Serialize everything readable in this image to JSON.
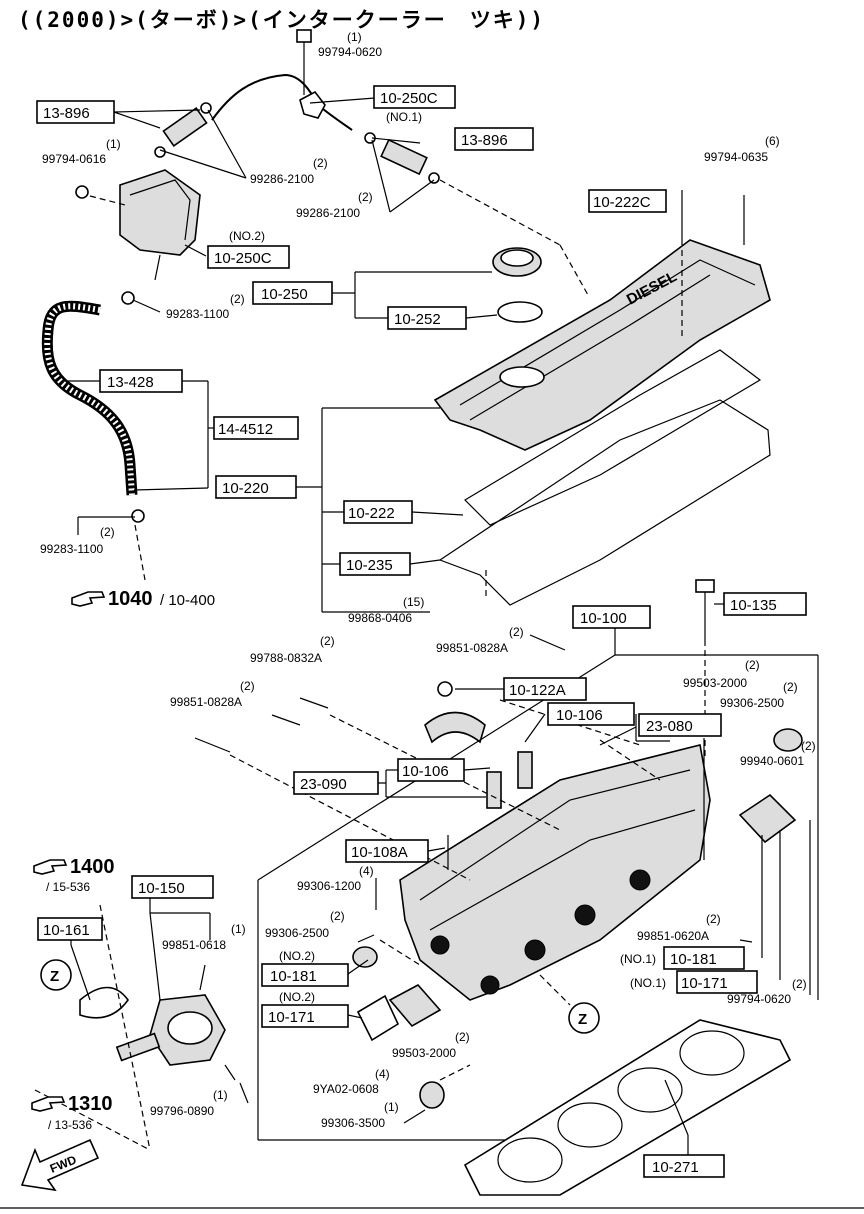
{
  "header": {
    "title": "((2000)>(ターボ)>(インタークーラー　ツキ))"
  },
  "boxes": {
    "b_13896_l": "13-896",
    "b_10250C_t": "10-250C",
    "b_13896_r": "13-896",
    "b_10222C": "10-222C",
    "b_10250C_m": "10-250C",
    "b_10250": "10-250",
    "b_10252": "10-252",
    "b_13428": "13-428",
    "b_144512": "14-4512",
    "b_10220": "10-220",
    "b_10222": "10-222",
    "b_10235": "10-235",
    "b_10100": "10-100",
    "b_10135": "10-135",
    "b_10122A": "10-122A",
    "b_10106_a": "10-106",
    "b_23080": "23-080",
    "b_10106_b": "10-106",
    "b_23090": "23-090",
    "b_10108A": "10-108A",
    "b_10150": "10-150",
    "b_10161": "10-161",
    "b_10181_l": "10-181",
    "b_10171_l": "10-171",
    "b_10181_r": "10-181",
    "b_10171_r": "10-171",
    "b_10271": "10-271"
  },
  "labels": {
    "l_0620_q": "(1)",
    "l_0620": "99794-0620",
    "l_no1_top": "(NO.1)",
    "l_0616_q": "(1)",
    "l_0616": "99794-0616",
    "l_2100a_q": "(2)",
    "l_2100a": "99286-2100",
    "l_2100b_q": "(2)",
    "l_2100b": "99286-2100",
    "l_0635_q": "(6)",
    "l_0635": "99794-0635",
    "l_no2_a": "(NO.2)",
    "l_1100a_q": "(2)",
    "l_1100a": "99283-1100",
    "l_1100b_q": "(2)",
    "l_1100b": "99283-1100",
    "l_0406_q": "(15)",
    "l_0406": "99868-0406",
    "l_0828A_a_q": "(2)",
    "l_0828A_a": "99851-0828A",
    "l_0832A_q": "(2)",
    "l_0832A": "99788-0832A",
    "l_2000a_q": "(2)",
    "l_2000a": "99503-2000",
    "l_2500a_q": "(2)",
    "l_2500a": "99306-2500",
    "l_0828A_b_q": "(2)",
    "l_0828A_b": "99851-0828A",
    "l_0601_q": "(2)",
    "l_0601": "99940-0601",
    "l_1200_q": "(4)",
    "l_1200": "99306-1200",
    "l_2500b_q": "(2)",
    "l_2500b": "99306-2500",
    "l_no2_b": "(NO.2)",
    "l_no2_c": "(NO.2)",
    "l_0620A_q": "(2)",
    "l_0620A": "99851-0620A",
    "l_no1_a": "(NO.1)",
    "l_no1_b": "(NO.1)",
    "l_0620b_q": "(2)",
    "l_0620b": "99794-0620",
    "l_0618_q": "(1)",
    "l_0618": "99851-0618",
    "l_2000b_q": "(2)",
    "l_2000b": "99503-2000",
    "l_0608_q": "(4)",
    "l_0608": "9YA02-0608",
    "l_0890_q": "(1)",
    "l_0890": "99796-0890",
    "l_3500_q": "(1)",
    "l_3500": "99306-3500"
  },
  "refs": {
    "r1040_main": "1040",
    "r1040_sub": "/ 10-400",
    "r1400_main": "1400",
    "r1400_sub": "/ 15-536",
    "r1310_main": "1310",
    "r1310_sub": "/ 13-536",
    "z_left": "Z",
    "z_right": "Z",
    "fwd": "FWD",
    "cover_text": "DIESEL"
  },
  "icons": {
    "pointing_hand": "pointing-hand-icon",
    "z_marker": "circled-letter-icon",
    "fwd_arrow": "forward-arrow-icon"
  },
  "colors": {
    "ink": "#000000",
    "paper": "#ffffff"
  }
}
